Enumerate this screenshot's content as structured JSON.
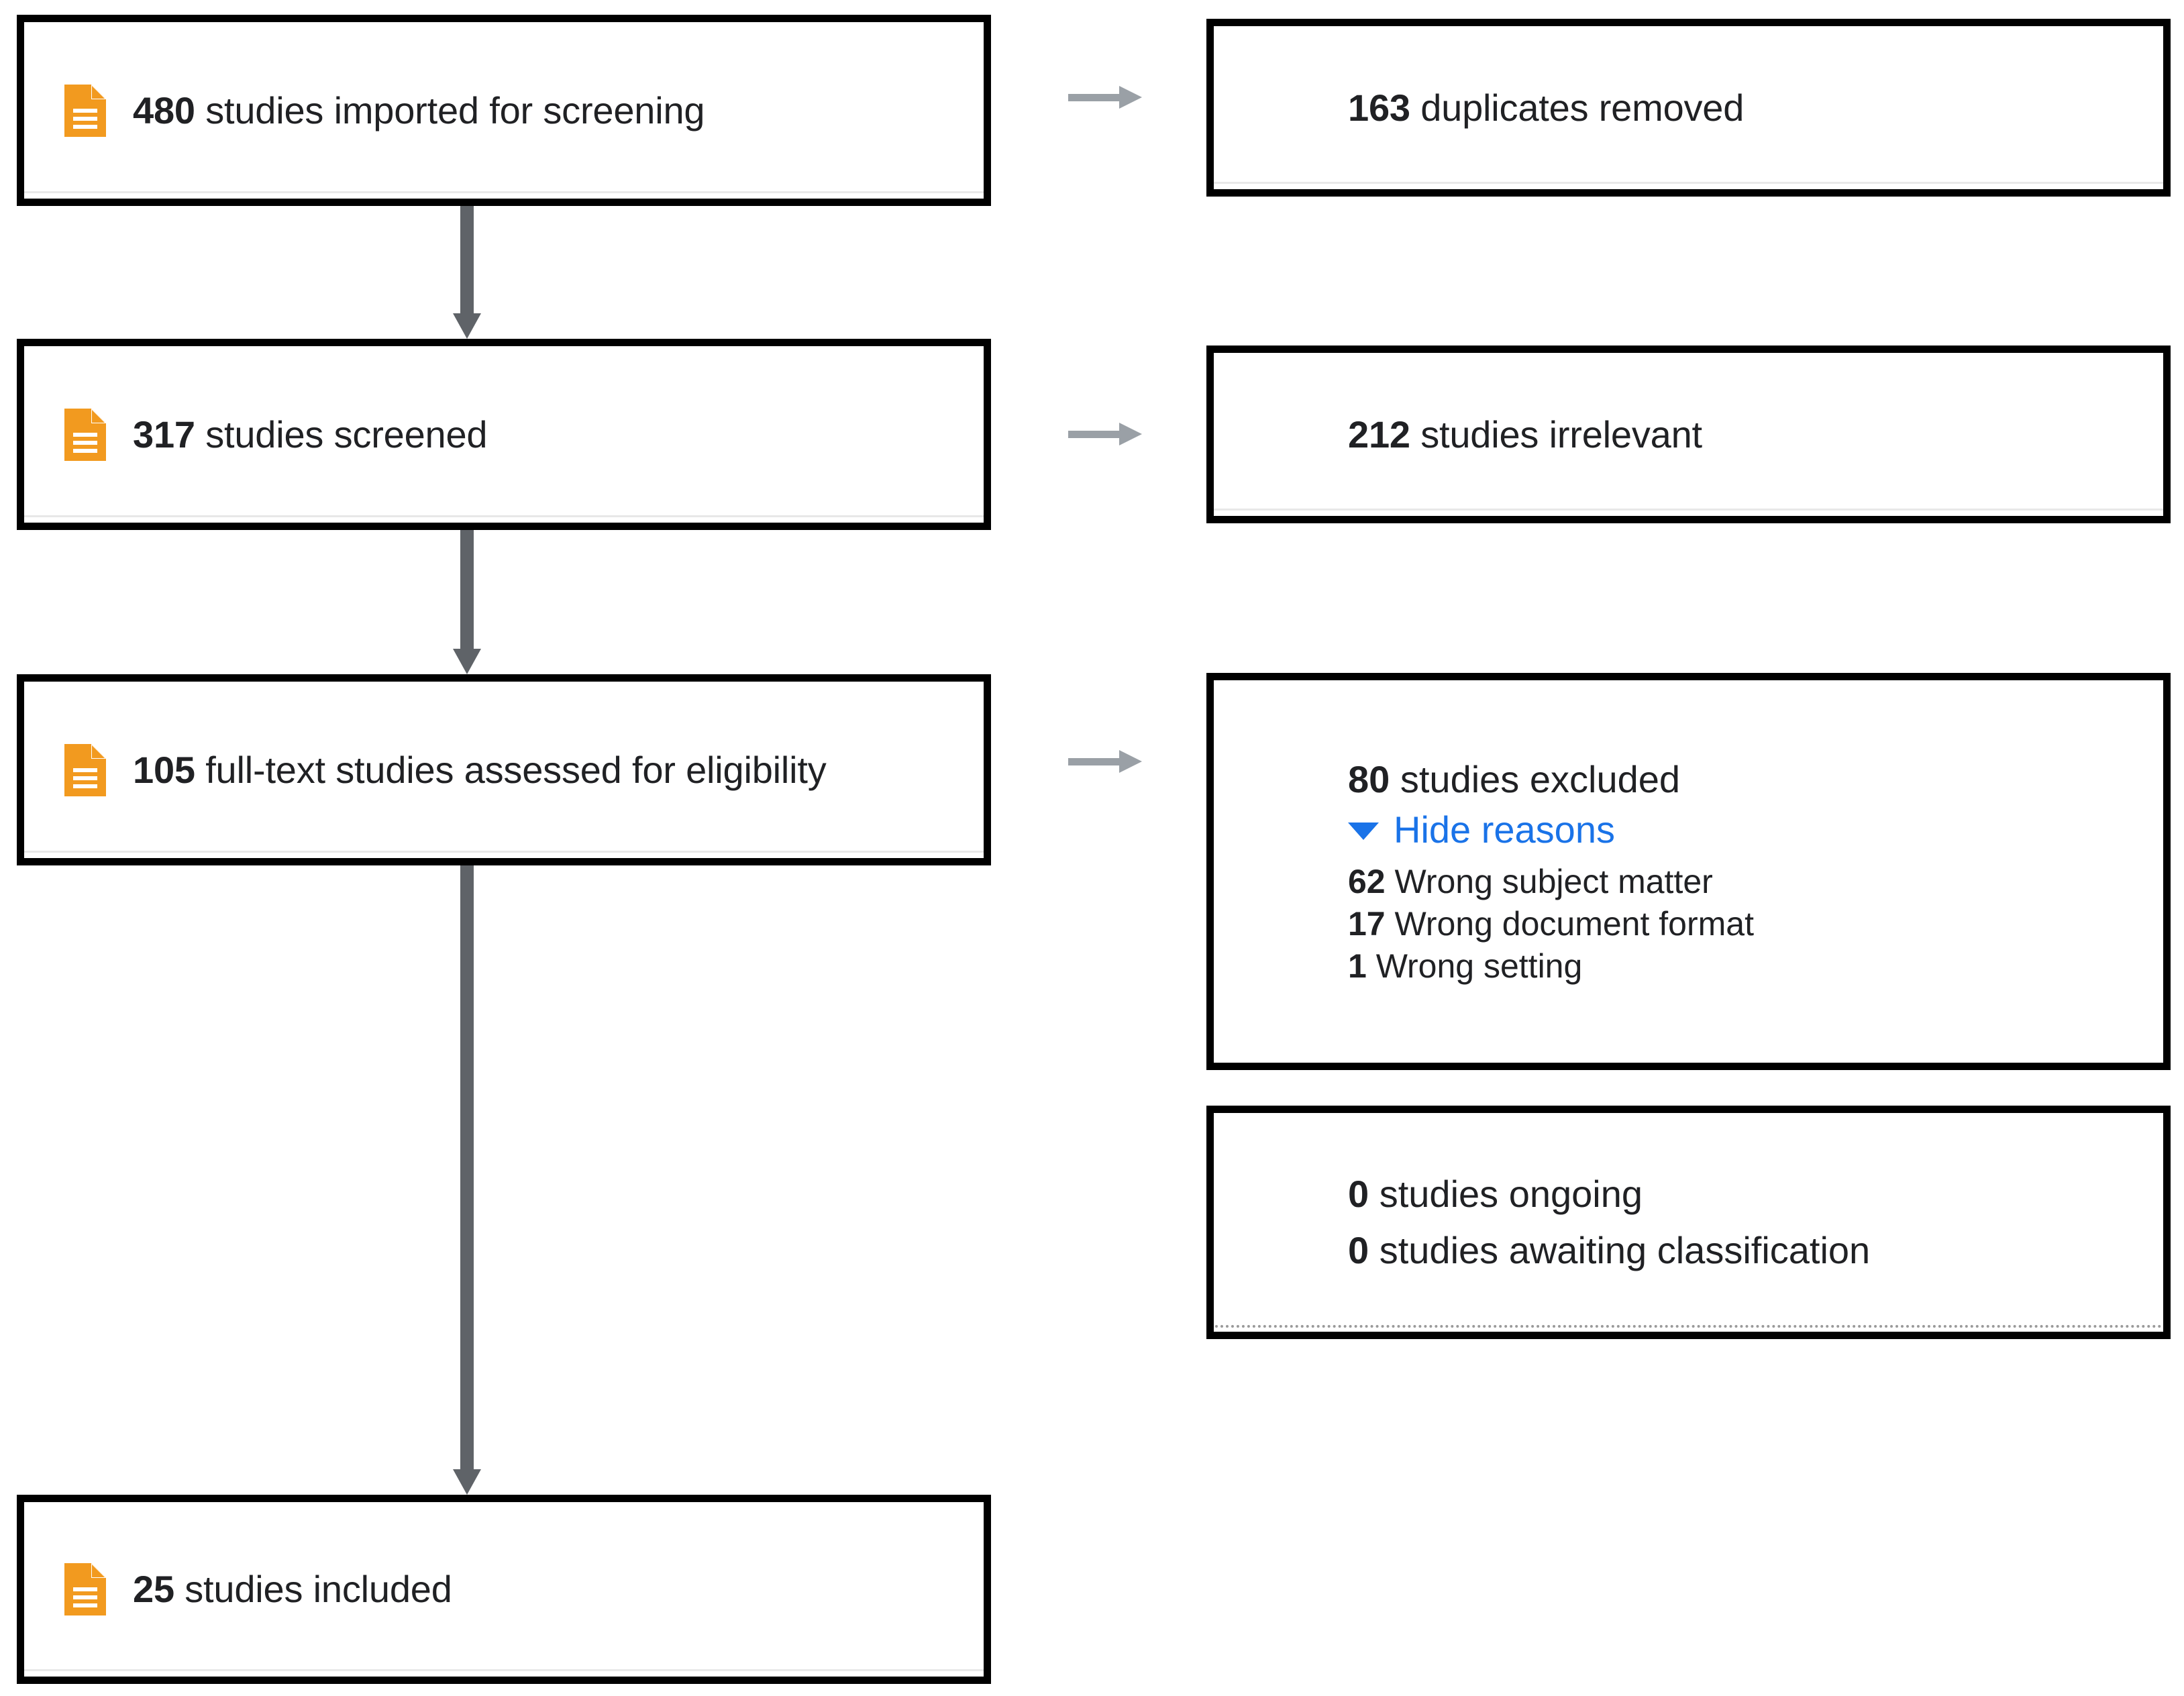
{
  "diagram": {
    "type": "prisma-flow-diagram",
    "accent_colors": {
      "document_icon": "#F29A1F",
      "link_blue": "#1a73e8",
      "vertical_arrow_gray": "#5f6368",
      "horizontal_arrow_gray": "#9aa0a6",
      "box_border": "#000000",
      "text": "#202124"
    },
    "left_column": [
      {
        "id": "imported",
        "icon": "document-icon",
        "count": "480",
        "label": "studies imported for screening"
      },
      {
        "id": "screened",
        "icon": "document-icon",
        "count": "317",
        "label": "studies screened"
      },
      {
        "id": "full-text-assessed",
        "icon": "document-icon",
        "count": "105",
        "label": "full-text studies assessed for eligibility"
      },
      {
        "id": "included",
        "icon": "document-icon",
        "count": "25",
        "label": "studies included"
      }
    ],
    "right_column": {
      "duplicates": {
        "count": "163",
        "label": "duplicates removed"
      },
      "irrelevant": {
        "count": "212",
        "label": "studies irrelevant"
      },
      "excluded": {
        "count": "80",
        "label": "studies excluded",
        "toggle_label": "Hide reasons",
        "toggle_icon": "caret-down-icon",
        "reasons": [
          {
            "count": "62",
            "label": "Wrong subject matter"
          },
          {
            "count": "17",
            "label": "Wrong document format"
          },
          {
            "count": "1",
            "label": "Wrong setting"
          }
        ]
      },
      "pending": {
        "lines": [
          {
            "count": "0",
            "label": "studies ongoing"
          },
          {
            "count": "0",
            "label": "studies awaiting classification"
          }
        ]
      }
    },
    "connectors": {
      "vertical": [
        {
          "id": "imported-to-screened",
          "icon": "down-arrow-icon"
        },
        {
          "id": "screened-to-fulltext",
          "icon": "down-arrow-icon"
        },
        {
          "id": "fulltext-to-included",
          "icon": "down-arrow-icon"
        }
      ],
      "horizontal": [
        {
          "id": "imported-to-duplicates",
          "icon": "right-arrow-icon"
        },
        {
          "id": "screened-to-irrelevant",
          "icon": "right-arrow-icon"
        },
        {
          "id": "fulltext-to-excluded",
          "icon": "right-arrow-icon"
        }
      ]
    }
  }
}
